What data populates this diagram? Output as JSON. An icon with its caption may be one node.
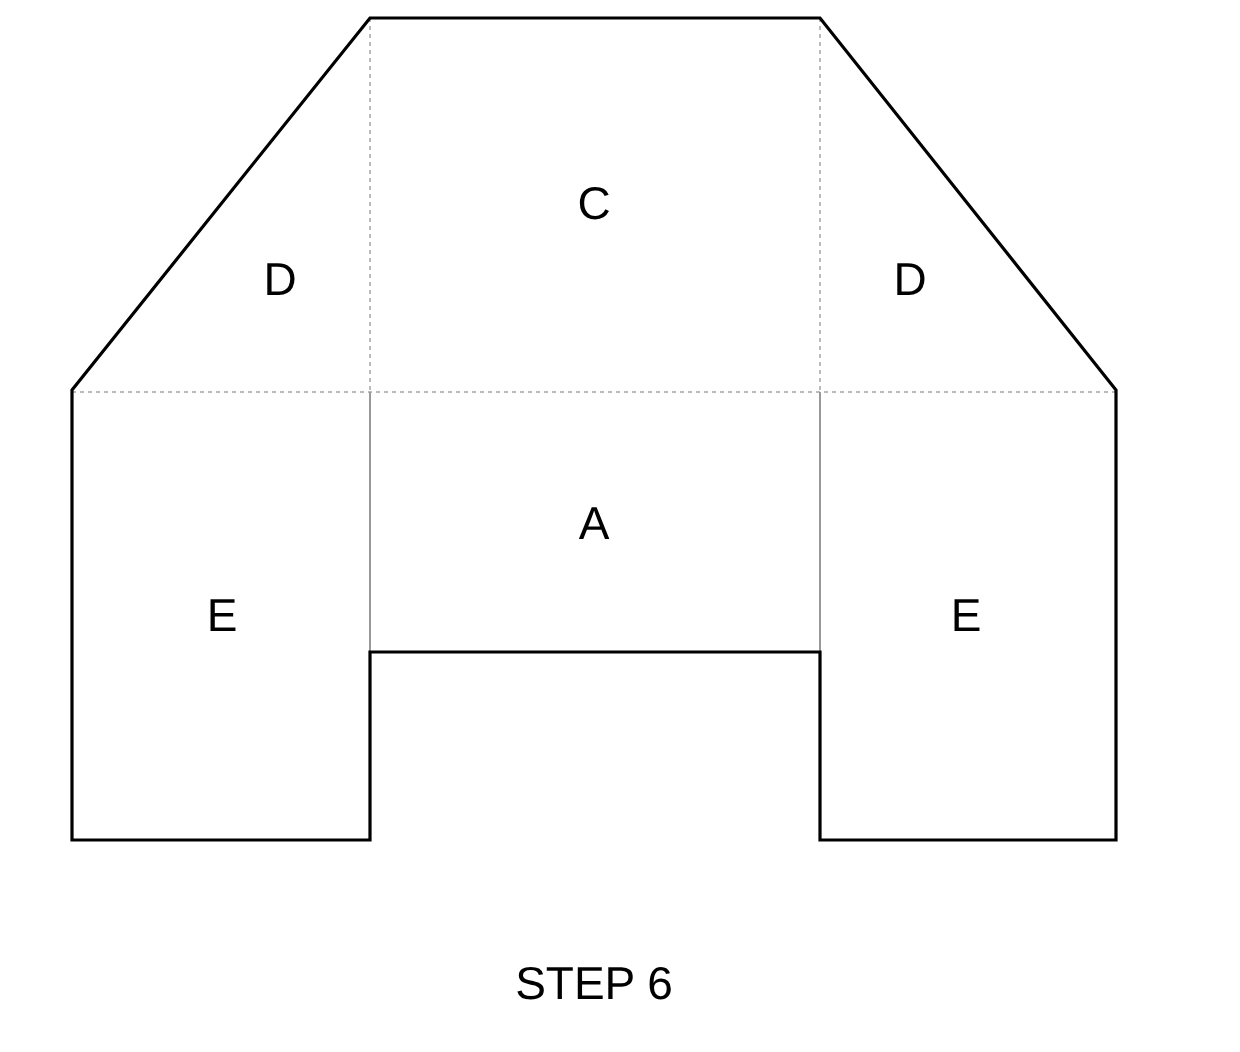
{
  "diagram": {
    "caption": "STEP 6",
    "nodes": [
      {
        "text": [
          "C"
        ]
      },
      {
        "text": [
          "D"
        ]
      },
      {
        "text": [
          "D"
        ]
      },
      {
        "text": [
          "A"
        ]
      },
      {
        "text": [
          "E"
        ]
      },
      {
        "text": [
          "E"
        ]
      }
    ]
  }
}
